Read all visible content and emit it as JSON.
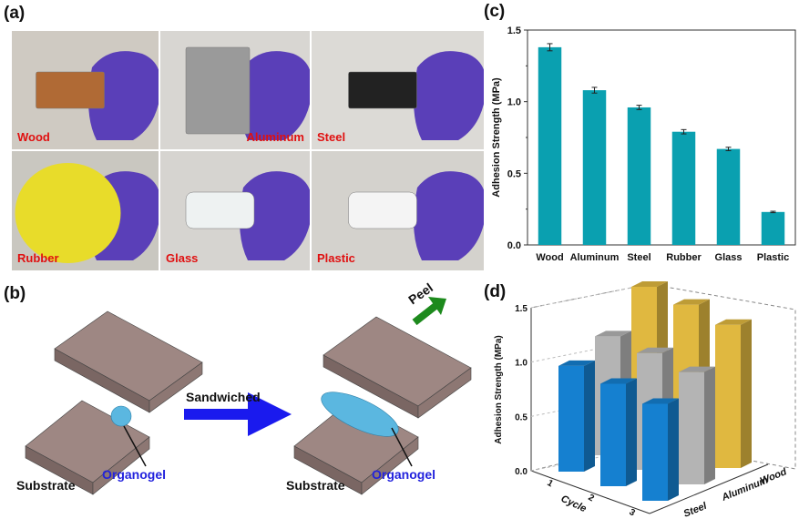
{
  "panels": {
    "a": "(a)",
    "b": "(b)",
    "c": "(c)",
    "d": "(d)"
  },
  "photos": [
    {
      "caption": "Wood",
      "bg": "#cfcac2",
      "obj": "#b06a35"
    },
    {
      "caption": "Aluminum",
      "bg": "#d8d6d2",
      "obj": "#9a9a9a"
    },
    {
      "caption": "Steel",
      "bg": "#dcdad6",
      "obj": "#222222"
    },
    {
      "caption": "Rubber",
      "bg": "#c9c7c0",
      "obj": "#e8dc2a"
    },
    {
      "caption": "Glass",
      "bg": "#d6d4d0",
      "obj": "#eef2f2"
    },
    {
      "caption": "Plastic",
      "bg": "#d4d2cd",
      "obj": "#f4f4f4"
    }
  ],
  "diagram": {
    "arrow_label": "Sandwiched",
    "peel_label": "Peel",
    "left": {
      "substrate": "Substrate",
      "organogel": "Organogel"
    },
    "right": {
      "substrate": "Substrate",
      "organogel": "Organogel"
    },
    "colors": {
      "plate": "#9e8783",
      "gel": "#5bb7e0",
      "arrow": "#1a1aee",
      "peel": "#1d8a1d",
      "organogel_text": "#2222dd"
    }
  },
  "chart_data": [
    {
      "type": "bar",
      "title": "",
      "xlabel": "",
      "ylabel": "Adhesion Strength (MPa)",
      "categories": [
        "Wood",
        "Aluminum",
        "Steel",
        "Rubber",
        "Glass",
        "Plastic"
      ],
      "values": [
        1.38,
        1.08,
        0.96,
        0.79,
        0.67,
        0.23
      ],
      "errors": [
        0.025,
        0.02,
        0.015,
        0.015,
        0.012,
        0.005
      ],
      "ylim": [
        0,
        1.5
      ],
      "yticks": [
        "0.0",
        "0.5",
        "1.0",
        "1.5"
      ],
      "color": "#0aa0b0"
    },
    {
      "type": "bar3d",
      "ylabel": "Adhesion Strength (MPa)",
      "xlabel": "Cycle",
      "x_categories": [
        "1",
        "2",
        "3"
      ],
      "z_categories": [
        "Steel",
        "Aluminum",
        "Wood"
      ],
      "zlim": [
        0,
        1.5
      ],
      "zticks": [
        "0.0",
        "0.5",
        "1.0",
        "1.5"
      ],
      "series": [
        {
          "name": "Steel",
          "values": [
            0.96,
            0.93,
            0.88
          ],
          "color": "#1580d0"
        },
        {
          "name": "Aluminum",
          "values": [
            1.08,
            1.06,
            1.02
          ],
          "color": "#b4b4b4"
        },
        {
          "name": "Wood",
          "values": [
            1.38,
            1.35,
            1.3
          ],
          "color": "#e0b840"
        }
      ]
    }
  ]
}
